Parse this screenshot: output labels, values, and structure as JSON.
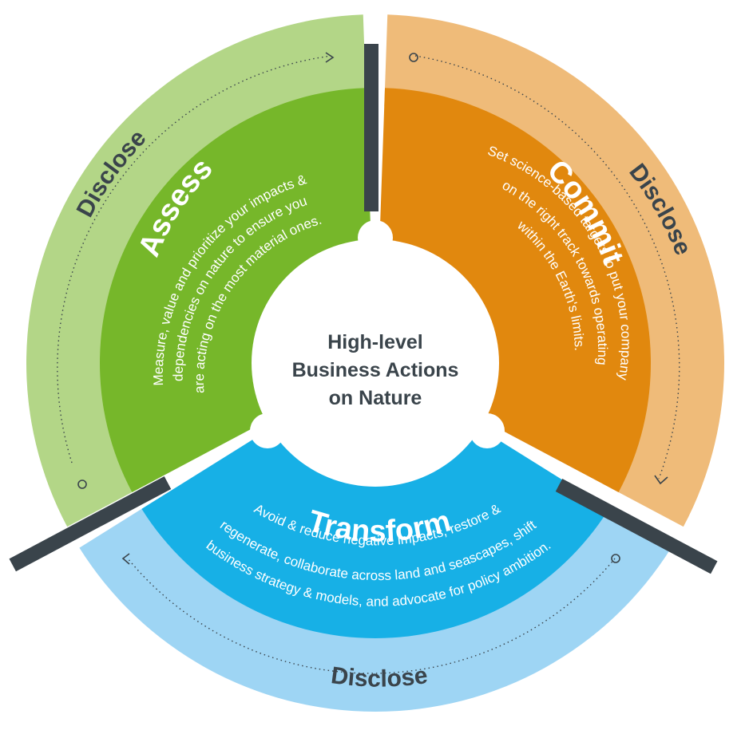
{
  "center": {
    "lines": [
      "High-level",
      "Business Actions",
      "on Nature"
    ]
  },
  "segments": {
    "assess": {
      "title": "Assess",
      "lines": [
        "Measure, value and prioritize your impacts &",
        "dependencies on nature to ensure you",
        "are acting on the most material ones."
      ],
      "inner_color": "#76b72a",
      "outer_color": "#b3d687",
      "outer_label": "Disclose"
    },
    "commit": {
      "title": "Commit",
      "lines": [
        "Set science-based targets to put your company",
        "on the right track towards operating",
        "within the Earth's limits."
      ],
      "inner_color": "#e1880e",
      "outer_color": "#efbb79",
      "outer_label": "Disclose"
    },
    "transform": {
      "title": "Transform",
      "lines": [
        "Avoid & reduce negative impacts, restore &",
        "regenerate, collaborate across land and seascapes, shift",
        "business strategy & models, and advocate for policy ambition."
      ],
      "inner_color": "#17b0e6",
      "outer_color": "#9ed5f4",
      "outer_label": "Disclose"
    }
  },
  "colors": {
    "divider": "#3a444b",
    "dark_text": "#3a444b",
    "light_text": "#ffffff",
    "center_bg": "#ffffff"
  }
}
